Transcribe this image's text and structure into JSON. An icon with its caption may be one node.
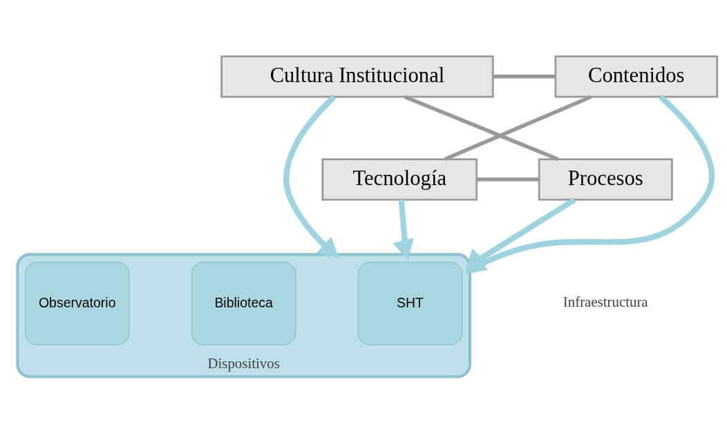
{
  "diagram": {
    "nodes": [
      {
        "text": [
          "Cultura Institucional"
        ]
      },
      {
        "text": [
          "Contenidos"
        ]
      },
      {
        "text": [
          "Dispositivos"
        ]
      },
      {
        "text": [
          "SHT"
        ],
        "in": 2
      },
      {
        "text": [
          "Biblioteca"
        ],
        "in": 2
      },
      {
        "text": [
          "Observatorio"
        ],
        "in": 2
      },
      {
        "text": [
          "Procesos"
        ]
      },
      {
        "text": [
          "Tecnología"
        ]
      }
    ],
    "edges": [
      {
        "from": 0,
        "to": 1,
        "arrow": "none"
      },
      {
        "from": 1,
        "to": 7,
        "arrow": "none"
      },
      {
        "from": 7,
        "to": 6,
        "arrow": "none"
      },
      {
        "from": 6,
        "to": 0,
        "arrow": "none"
      },
      {
        "from": 0,
        "to": 2,
        "arrow": "to"
      },
      {
        "from": 1,
        "to": 2,
        "arrow": "to"
      },
      {
        "from": 6,
        "to": 2,
        "arrow": "to"
      },
      {
        "from": 7,
        "to": 2,
        "arrow": "to"
      }
    ],
    "labels": [
      "Infraestructura"
    ]
  }
}
